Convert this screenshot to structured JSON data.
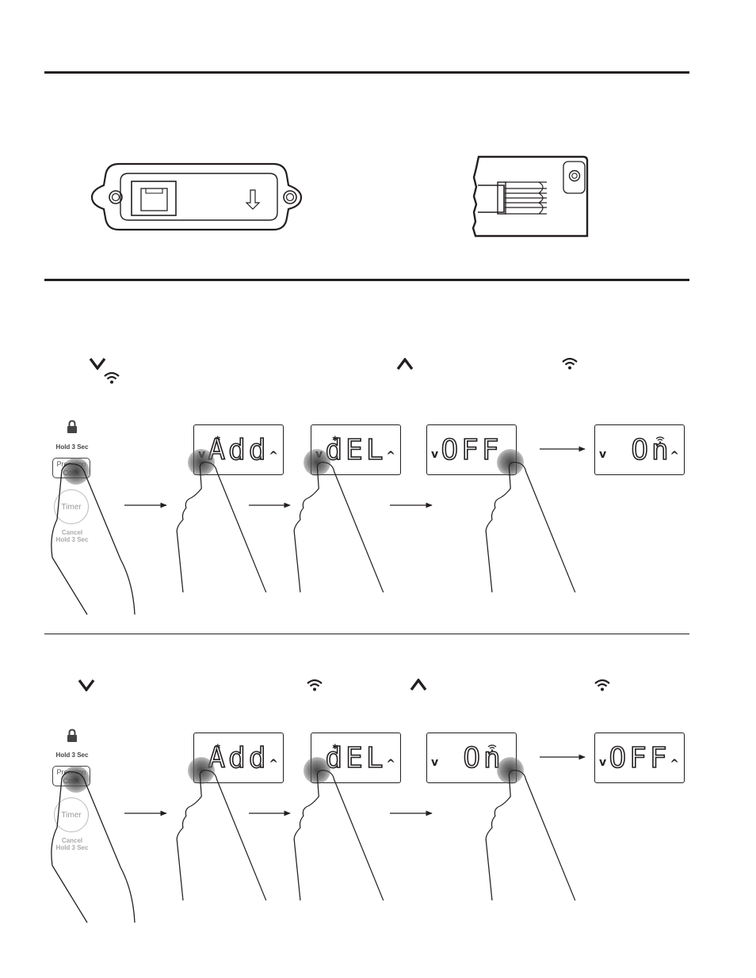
{
  "controls": {
    "hold_label": "Hold 3 Sec",
    "precision_cook_label": "Precision Cook",
    "timer_label": "Timer",
    "cancel_label": "Cancel",
    "cancel_hold_label": "Hold 3 Sec"
  },
  "section1": {
    "displays": [
      {
        "text": "Add",
        "left": "v",
        "right": "^",
        "icon": "bluetooth-icon"
      },
      {
        "text": "dEL",
        "left": "v",
        "right": "^",
        "icon": "bluetooth-icon"
      },
      {
        "text": "OFF",
        "left": "v",
        "right": "",
        "icon": ""
      },
      {
        "text": "On",
        "left": "v",
        "right": "^",
        "icon": "wifi-icon"
      }
    ],
    "symbols": [
      "down-arrow-icon",
      "wifi-icon",
      "up-arrow-icon",
      "wifi-icon"
    ]
  },
  "section2": {
    "displays": [
      {
        "text": "Add",
        "left": "",
        "right": "^",
        "icon": "bluetooth-icon"
      },
      {
        "text": "dEL",
        "left": "",
        "right": "^",
        "icon": "bluetooth-icon"
      },
      {
        "text": "On",
        "left": "v",
        "right": "",
        "icon": "wifi-icon"
      },
      {
        "text": "OFF",
        "left": "v",
        "right": "^",
        "icon": ""
      }
    ],
    "symbols": [
      "down-arrow-icon",
      "wifi-icon",
      "up-arrow-icon",
      "wifi-icon"
    ]
  },
  "colors": {
    "ink": "#231f20",
    "press": "#3c3c3c"
  }
}
